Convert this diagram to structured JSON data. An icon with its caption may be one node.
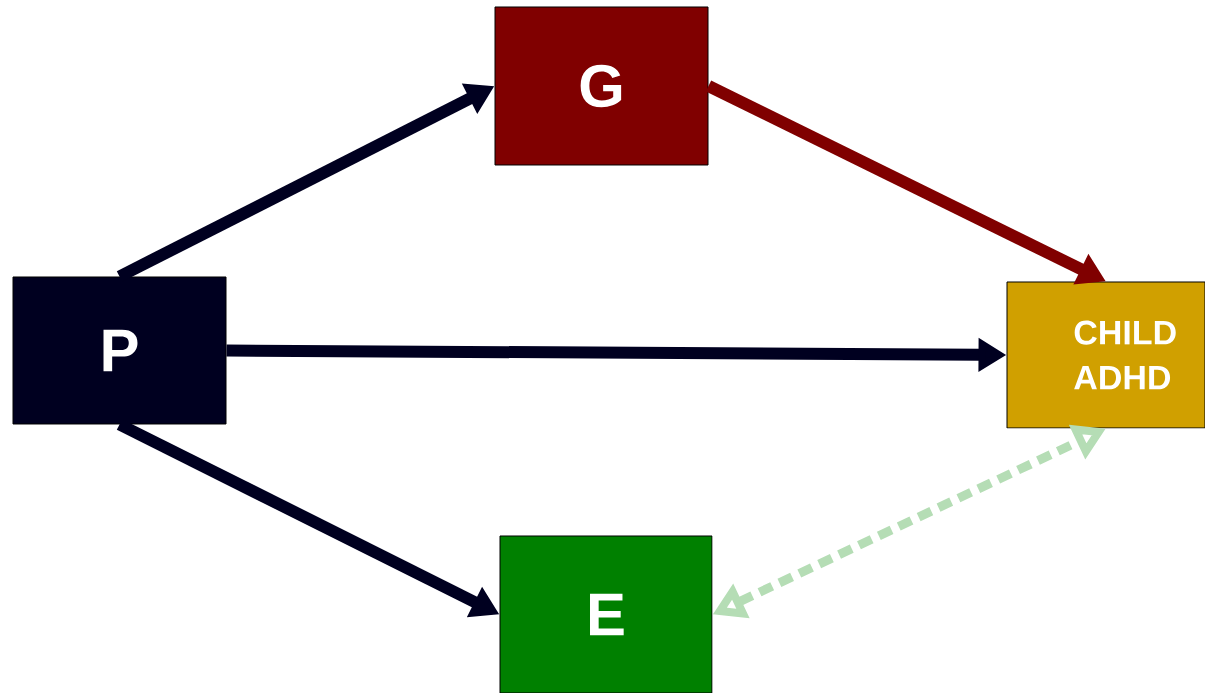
{
  "diagram": {
    "nodes": [
      {
        "text": [
          "G"
        ]
      },
      {
        "text": [
          "P"
        ]
      },
      {
        "text": [
          "CHILD ADHD"
        ]
      },
      {
        "text": [
          "E"
        ]
      }
    ],
    "edges": [
      {
        "from": 1,
        "to": 0,
        "arrow": "to"
      },
      {
        "from": 0,
        "to": 2,
        "arrow": "to",
        "color": "#800000"
      },
      {
        "from": 1,
        "to": 2,
        "arrow": "to"
      },
      {
        "from": 1,
        "to": 3,
        "arrow": "to"
      },
      {
        "from": 3,
        "to": 2,
        "arrow": "both",
        "style": "dashed",
        "color": "#b5ddb5"
      }
    ]
  }
}
